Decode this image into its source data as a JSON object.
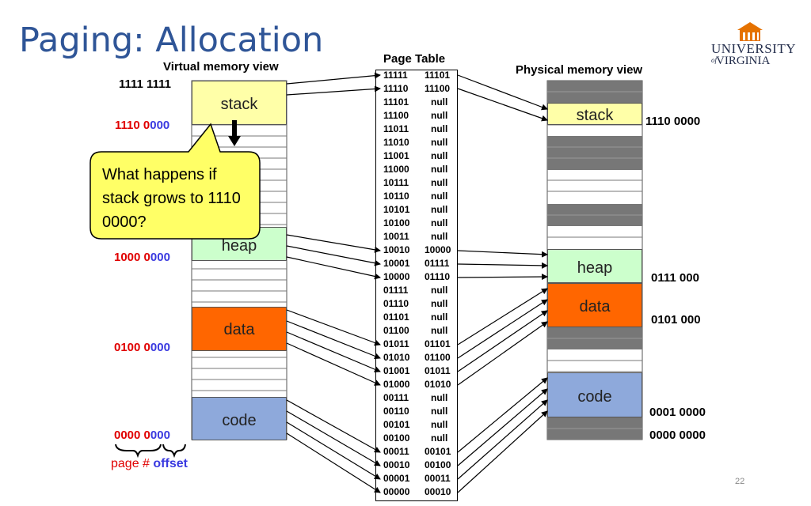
{
  "title": "Paging: Allocation",
  "logo": {
    "line1": "UNIVERSITY",
    "of": "of",
    "line2": "VIRGINIA"
  },
  "virtual_view": {
    "header": "Virtual memory view",
    "top_address": "1111 1111",
    "addresses": [
      {
        "page": "1110 0",
        "offset": "000"
      },
      {
        "page": "1000 0",
        "offset": "000"
      },
      {
        "page": "0100 0",
        "offset": "000"
      },
      {
        "page": "0000 0",
        "offset": "000"
      }
    ],
    "segments": {
      "stack": "stack",
      "heap": "heap",
      "data": "data",
      "code": "code"
    },
    "legend": {
      "page": "page #",
      "offset": "offset"
    }
  },
  "page_table": {
    "header": "Page Table",
    "rows": [
      [
        "11111",
        "11101"
      ],
      [
        "11110",
        "11100"
      ],
      [
        "11101",
        "null"
      ],
      [
        "11100",
        "null"
      ],
      [
        "11011",
        "null"
      ],
      [
        "11010",
        "null"
      ],
      [
        "11001",
        "null"
      ],
      [
        "11000",
        "null"
      ],
      [
        "10111",
        "null"
      ],
      [
        "10110",
        "null"
      ],
      [
        "10101",
        "null"
      ],
      [
        "10100",
        "null"
      ],
      [
        "10011",
        "null"
      ],
      [
        "10010",
        "10000"
      ],
      [
        "10001",
        "01111"
      ],
      [
        "10000",
        "01110"
      ],
      [
        "01111",
        "null"
      ],
      [
        "01110",
        "null"
      ],
      [
        "01101",
        "null"
      ],
      [
        "01100",
        "null"
      ],
      [
        "01011",
        "01101"
      ],
      [
        "01010",
        "01100"
      ],
      [
        "01001",
        "01011"
      ],
      [
        "01000",
        "01010"
      ],
      [
        "00111",
        "null"
      ],
      [
        "00110",
        "null"
      ],
      [
        "00101",
        "null"
      ],
      [
        "00100",
        "null"
      ],
      [
        "00011",
        "00101"
      ],
      [
        "00010",
        "00100"
      ],
      [
        "00001",
        "00011"
      ],
      [
        "00000",
        "00010"
      ]
    ]
  },
  "physical_view": {
    "header": "Physical memory view",
    "segments": {
      "stack": "stack",
      "heap": "heap",
      "data": "data",
      "code": "code"
    },
    "addresses": {
      "stack": "1110 0000",
      "heap": "0111 000",
      "data": "0101 000",
      "code_top": "0001 0000",
      "bottom": "0000 0000"
    }
  },
  "callout": {
    "text": "What happens if stack grows to 1110 0000?"
  },
  "page_number": "22",
  "colors": {
    "title": "#2f5597",
    "stack": "#ffffa8",
    "heap": "#ccffcc",
    "data": "#ff6600",
    "code": "#8ea9db",
    "used": "#777777",
    "callout": "#ffff66"
  }
}
